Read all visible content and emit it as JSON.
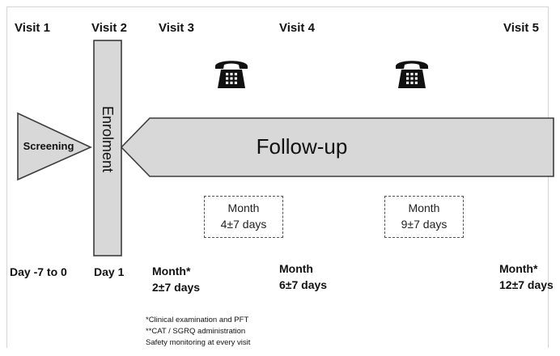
{
  "visits": {
    "v1": "Visit 1",
    "v2": "Visit 2",
    "v3": "Visit 3",
    "v4": "Visit 4",
    "v5": "Visit 5"
  },
  "screening_label": "Screening",
  "enrolment_label": "Enrolment",
  "followup_label": "Follow-up",
  "phone_calls": [
    {
      "line1": "Month",
      "line2": "4±7 days",
      "icon": "telephone-icon"
    },
    {
      "line1": "Month",
      "line2": "9±7 days",
      "icon": "telephone-icon"
    }
  ],
  "timepoints": {
    "t1": "Day -7 to 0",
    "t2": "Day 1",
    "t3_l1": "Month*",
    "t3_l2": "2±7 days",
    "t4_l1": "Month",
    "t4_l2": "6±7 days",
    "t5_l1": "Month*",
    "t5_l2": "12±7 days"
  },
  "footnotes": [
    "*Clinical examination and PFT",
    "**CAT / SGRQ administration",
    "Safety monitoring at every visit"
  ],
  "colors": {
    "shape_fill": "#d8d8d8",
    "shape_stroke": "#3c3c3c",
    "phone": "#111111"
  }
}
